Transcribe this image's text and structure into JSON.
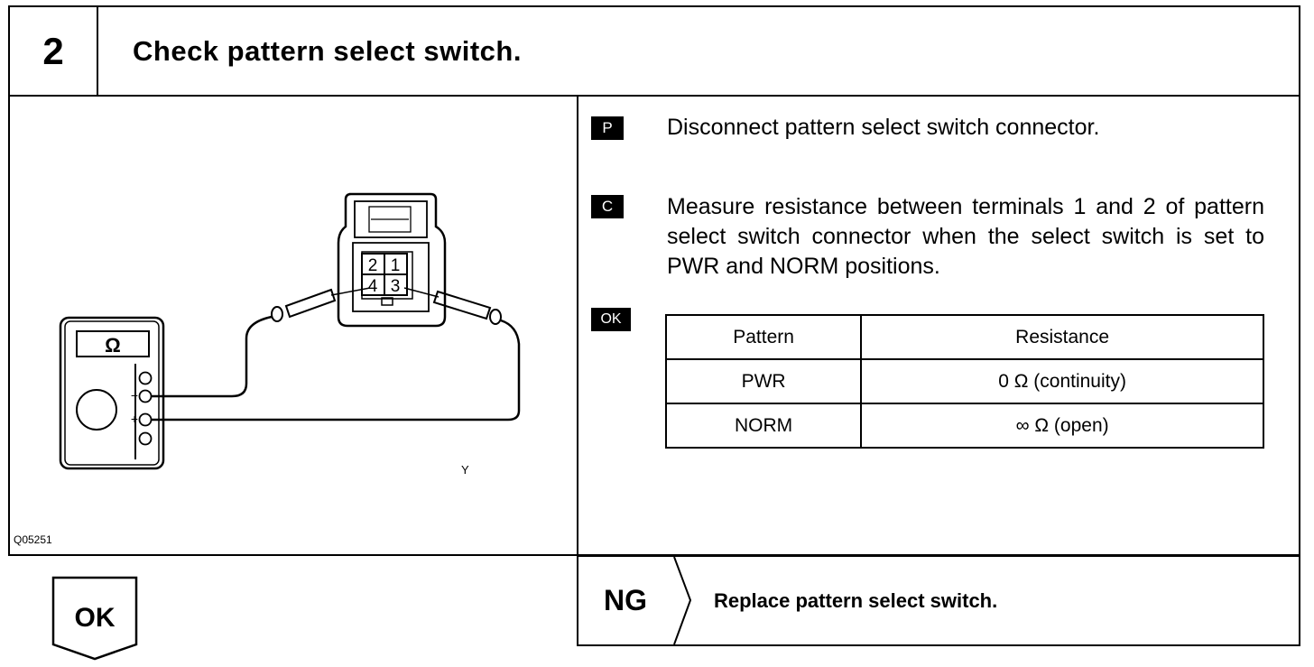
{
  "header": {
    "step_number": "2",
    "title": "Check pattern select switch."
  },
  "figure": {
    "code": "Q05251",
    "mark": "Y",
    "meter_symbol": "Ω",
    "terminal_minus": "−",
    "terminal_plus": "+",
    "connector_pins": [
      "2",
      "1",
      "4",
      "3"
    ]
  },
  "procedure": {
    "step_p": {
      "tag": "P",
      "text": "Disconnect pattern select switch connector."
    },
    "step_c": {
      "tag": "C",
      "text": "Measure resistance between terminals 1 and 2 of pattern select switch connector when the select switch is set to PWR and NORM positions."
    },
    "ok_tag": "OK",
    "table": {
      "headers": [
        "Pattern",
        "Resistance"
      ],
      "rows": [
        [
          "PWR",
          "0 Ω (continuity)"
        ],
        [
          "NORM",
          "∞ Ω (open)"
        ]
      ]
    }
  },
  "result": {
    "ok_label": "OK",
    "ng_label": "NG",
    "ng_action": "Replace pattern select switch."
  }
}
